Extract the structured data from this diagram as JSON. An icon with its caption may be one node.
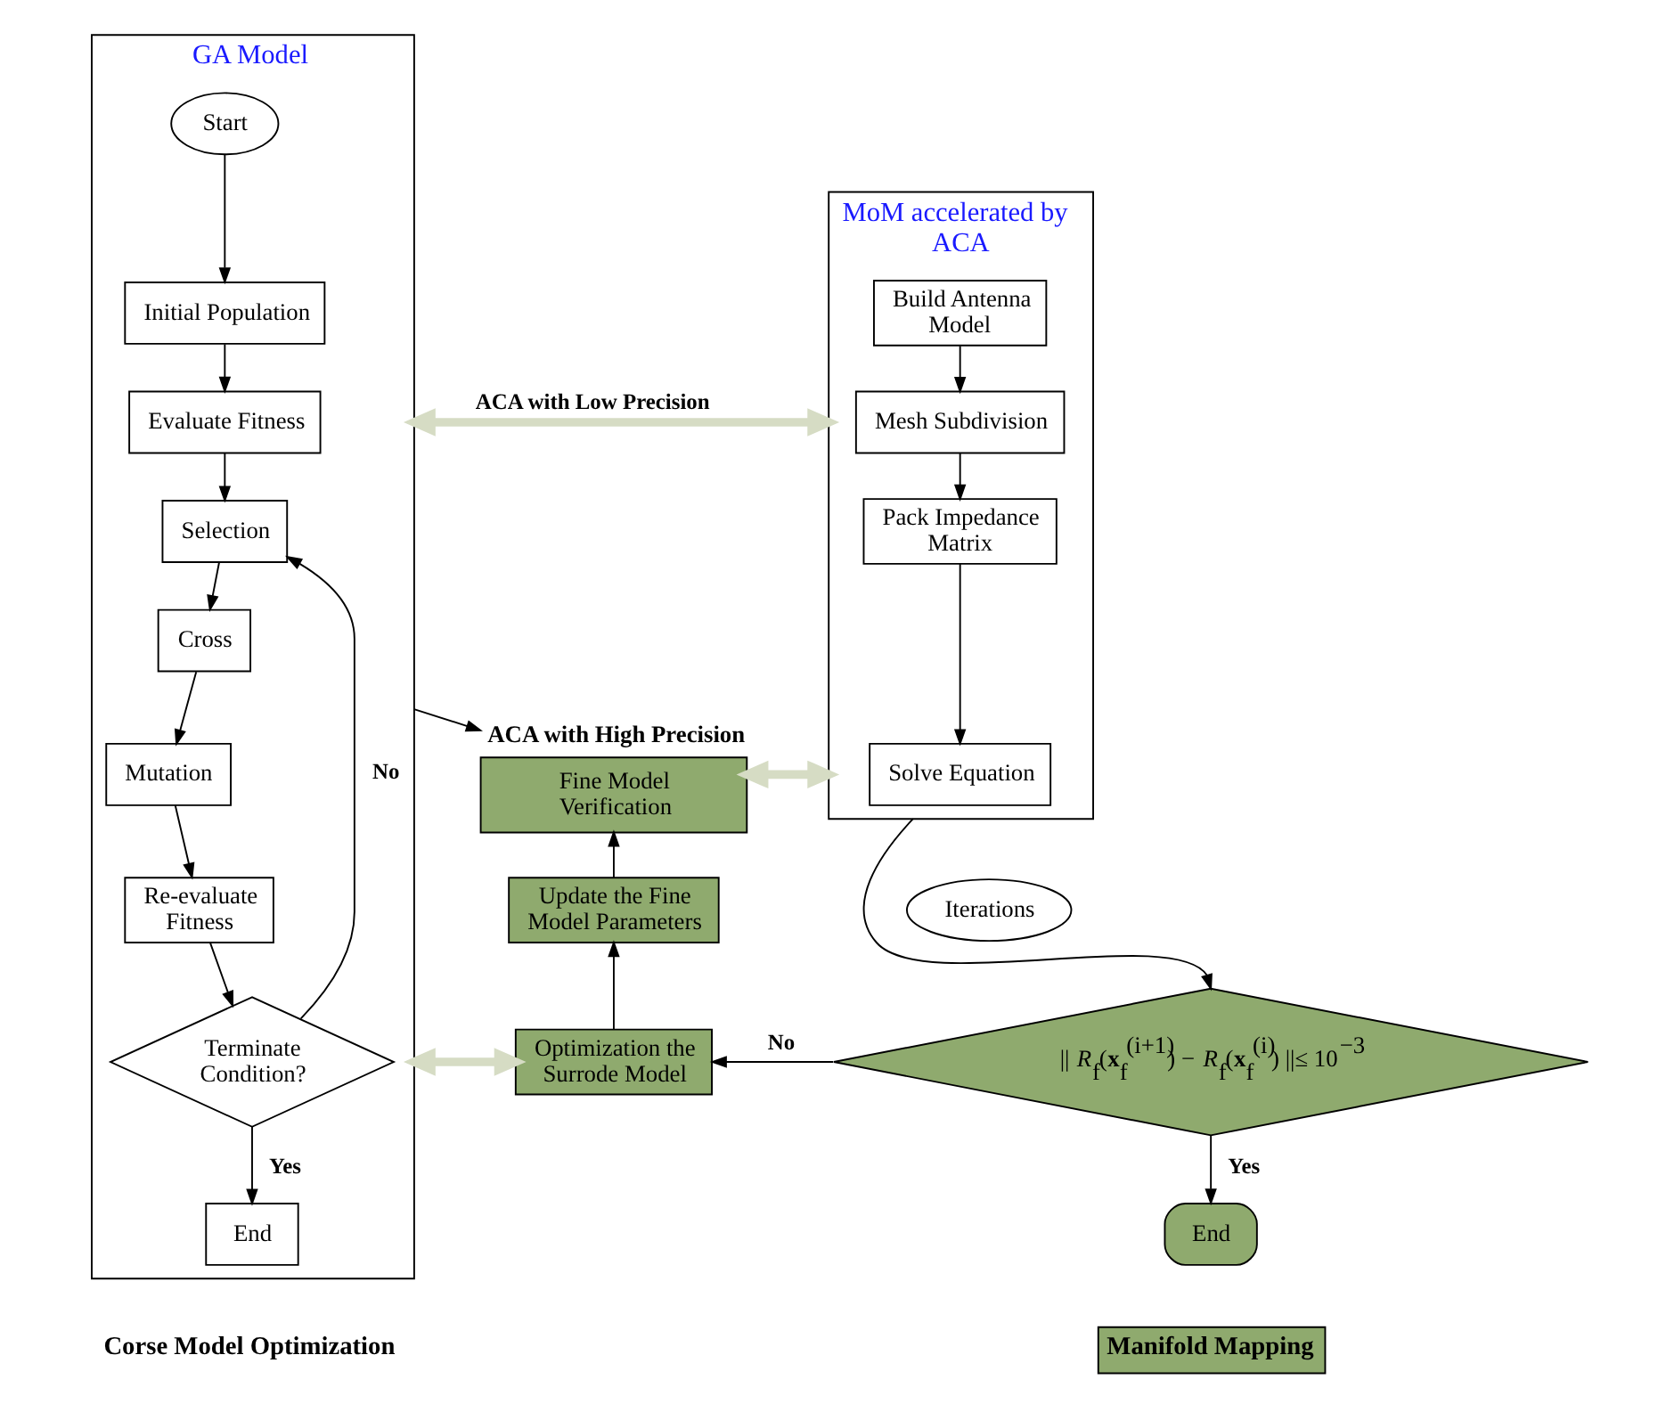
{
  "diagram": {
    "nodes": [
      {
        "text": [
          "GA Model"
        ],
        "beside": [
          "Corse Model Optimization"
        ]
      },
      {
        "text": [
          "Start"
        ],
        "in": 0
      },
      {
        "text": [
          "Initial Population"
        ],
        "in": 0
      },
      {
        "text": [
          "Evaluate Fitness"
        ],
        "in": 0
      },
      {
        "text": [
          "Selection"
        ],
        "in": 0
      },
      {
        "text": [
          "Cross"
        ],
        "in": 0
      },
      {
        "text": [
          "Mutation"
        ],
        "in": 0
      },
      {
        "text": [
          "Re-evaluate Fitness"
        ],
        "in": 0
      },
      {
        "text": [
          "Terminate Condition?"
        ],
        "in": 0
      },
      {
        "text": [
          "End"
        ],
        "in": 0
      },
      {
        "text": [
          "MoM accelerated by ACA"
        ]
      },
      {
        "text": [
          "Build Antenna Model"
        ],
        "in": 10
      },
      {
        "text": [
          "Mesh Subdivision"
        ],
        "in": 10
      },
      {
        "text": [
          "Pack Impedance Matrix"
        ],
        "in": 10
      },
      {
        "text": [
          "Solve Equation"
        ],
        "in": 10
      },
      {
        "text": [
          "Fine Model Verification"
        ],
        "beside": [
          "ACA with High Precision"
        ]
      },
      {
        "text": [
          "Update the Fine Model Parameters"
        ]
      },
      {
        "text": [
          "Optimization the Surrode Model"
        ]
      },
      {
        "text": [
          "Iterations"
        ]
      },
      {
        "text": [
          "|| *R*$_{f}$(**x**$_{f}$$^{(i+1)}$) − *R*$_{f}$(**x**$_{f}$$^{(i)}$) ||≤ 10$^{−3}$"
        ]
      },
      {
        "text": [
          "End"
        ]
      }
    ],
    "edges": [
      {
        "from": 1,
        "to": 2,
        "arrow": "to"
      },
      {
        "from": 2,
        "to": 3,
        "arrow": "to"
      },
      {
        "from": 3,
        "to": 4,
        "arrow": "to"
      },
      {
        "from": 4,
        "to": 5,
        "arrow": "to"
      },
      {
        "from": 5,
        "to": 6,
        "arrow": "to"
      },
      {
        "from": 6,
        "to": 7,
        "arrow": "to"
      },
      {
        "from": 7,
        "to": 8,
        "arrow": "to"
      },
      {
        "from": 8,
        "to": 9,
        "arrow": "to",
        "label": "Yes"
      },
      {
        "from": 8,
        "to": 4,
        "arrow": "to",
        "label": "No"
      },
      {
        "from": 11,
        "to": 12,
        "arrow": "to"
      },
      {
        "from": 12,
        "to": 13,
        "arrow": "to"
      },
      {
        "from": 13,
        "to": 14,
        "arrow": "to"
      },
      {
        "from": 0,
        "to": 10,
        "arrow": "both",
        "label": "ACA with Low Precision",
        "style": "thick",
        "color": "#d6dcc4"
      },
      {
        "from": 0,
        "to": 15,
        "arrow": "to"
      },
      {
        "from": 15,
        "to": 10,
        "arrow": "both",
        "style": "thick",
        "color": "#d6dcc4"
      },
      {
        "from": 0,
        "to": 17,
        "arrow": "both",
        "style": "thick",
        "color": "#d6dcc4"
      },
      {
        "from": 10,
        "to": 19,
        "arrow": "to"
      },
      {
        "from": 19,
        "to": 17,
        "arrow": "to",
        "label": "No"
      },
      {
        "from": 19,
        "to": 20,
        "arrow": "to",
        "label": "Yes"
      },
      {
        "from": 17,
        "to": 16,
        "arrow": "to"
      },
      {
        "from": 16,
        "to": 15,
        "arrow": "to"
      }
    ],
    "legend": [
      {
        "text": "Manifold Mapping",
        "color": "#8faa6e"
      }
    ]
  }
}
